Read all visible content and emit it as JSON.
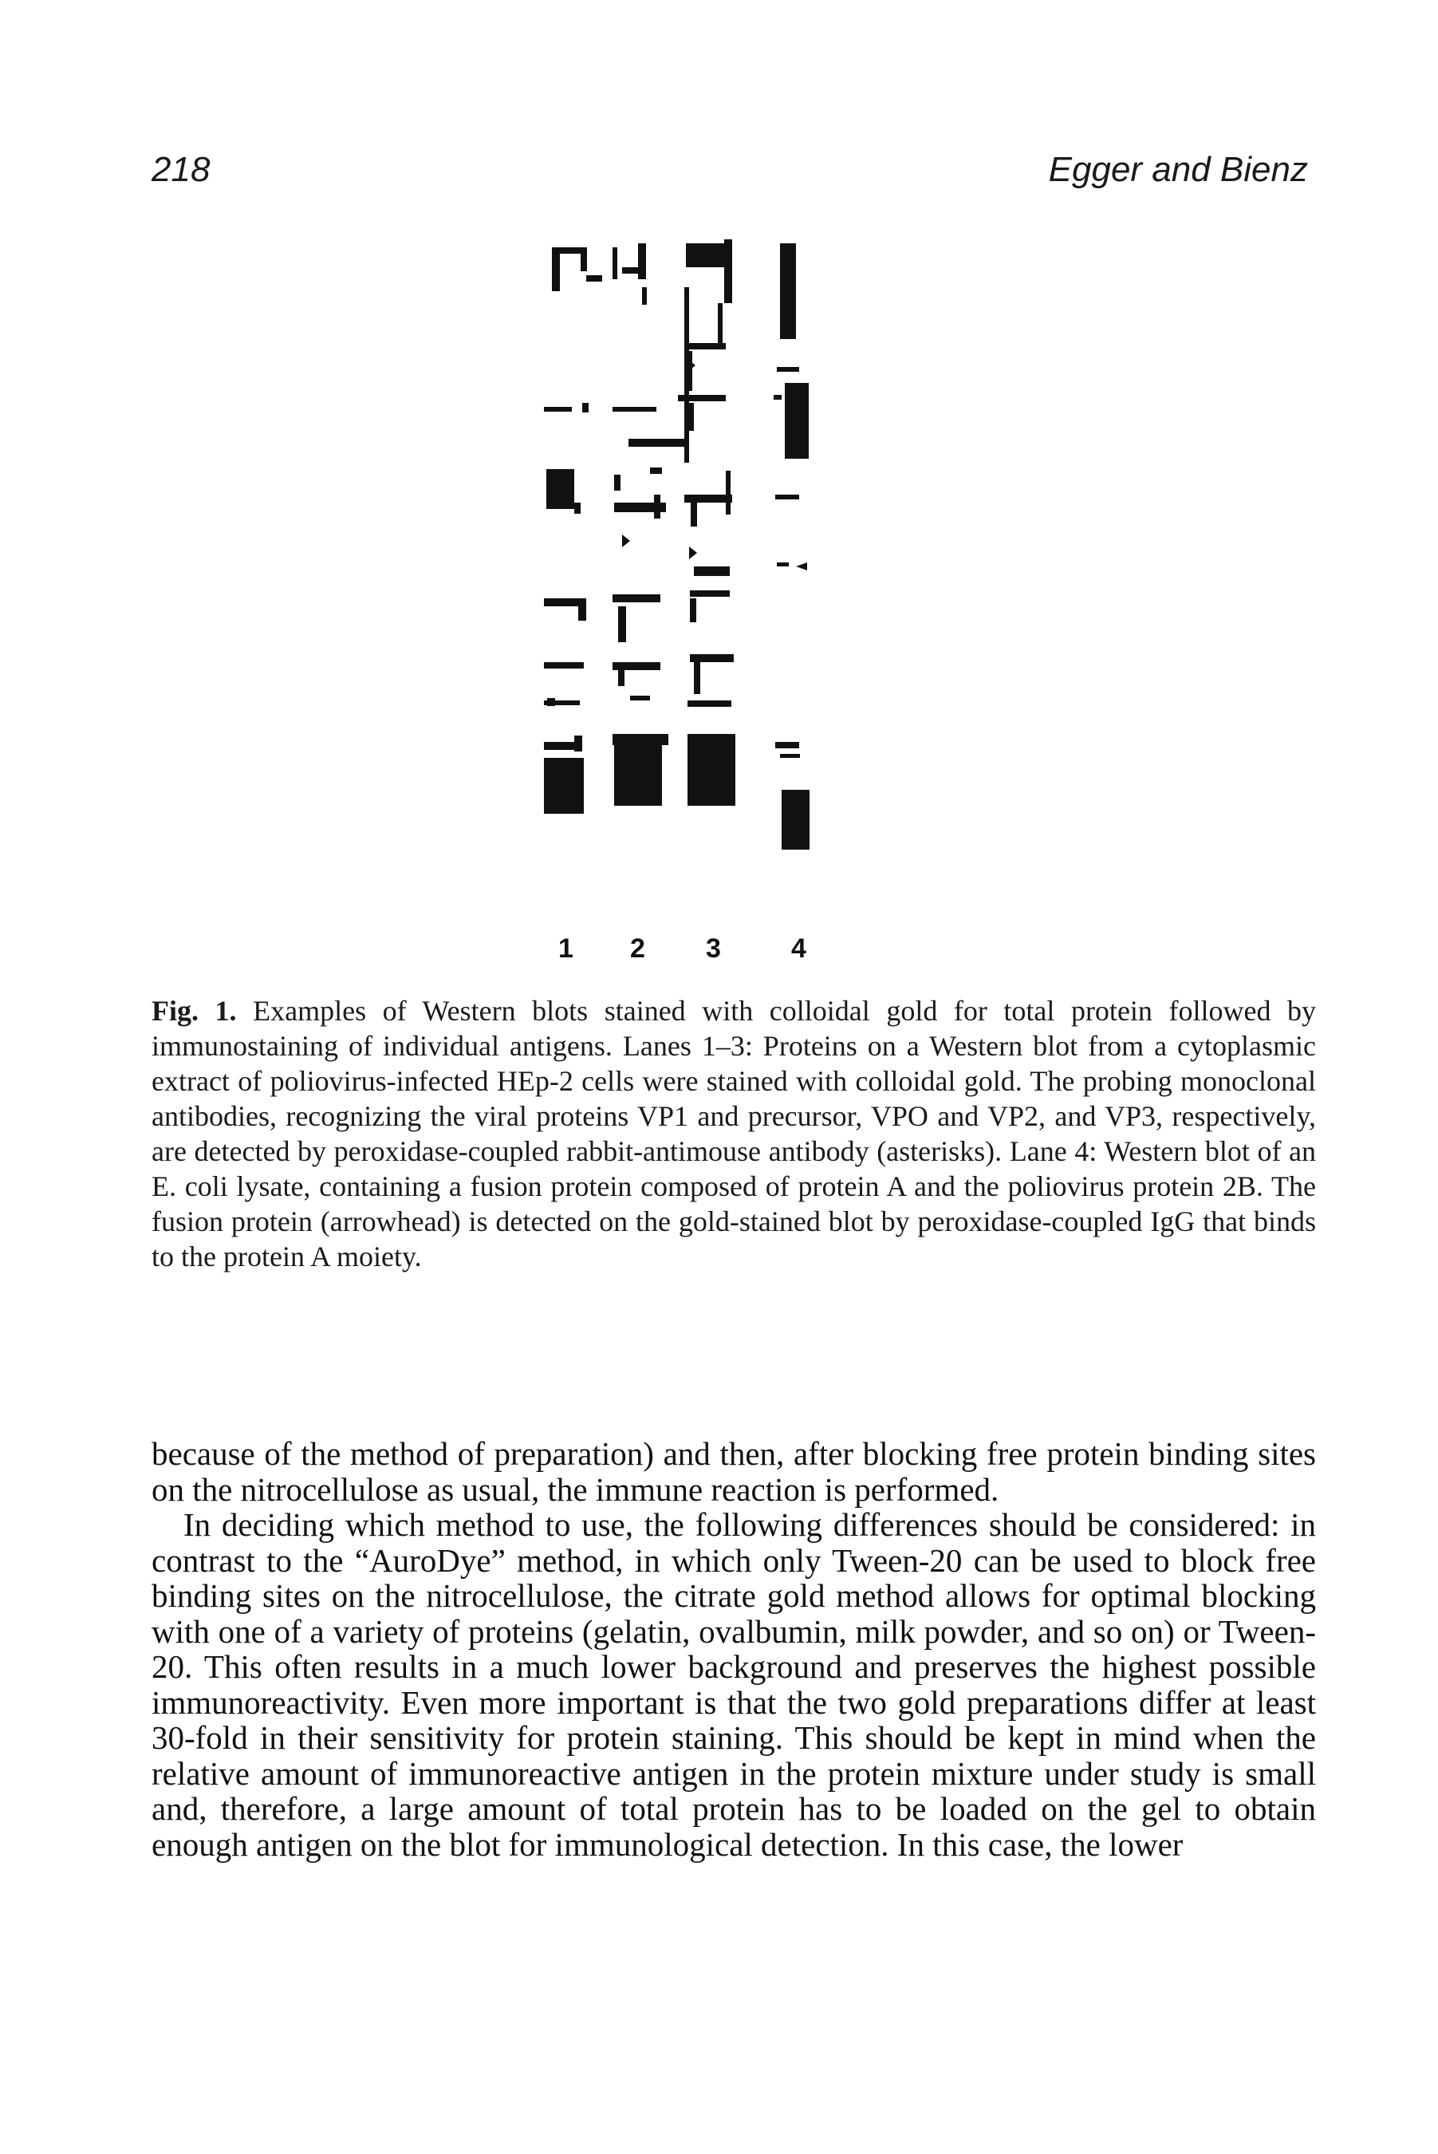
{
  "header": {
    "page_number": "218",
    "authors": "Egger and Bienz"
  },
  "figure": {
    "lane_labels": [
      "1",
      "2",
      "3",
      "4"
    ],
    "caption_label": "Fig. 1.",
    "caption_text": "Examples of Western blots stained with colloidal gold for total protein followed by immunostaining of individual antigens. Lanes 1–3: Proteins on a Western blot from a cytoplasmic extract of poliovirus-infected HEp-2 cells were stained with colloidal gold. The probing monoclonal antibodies, recognizing the viral proteins VP1 and precursor, VPO and VP2, and VP3, respectively, are detected by peroxidase-coupled rabbit-antimouse antibody (asterisks). Lane 4: Western blot of an E. coli lysate, containing a fusion protein composed of protein A and the poliovirus protein 2B. The fusion protein (arrowhead) is detected on the gold-stained blot by peroxidase-coupled IgG that binds to the protein A moiety."
  },
  "body": {
    "paragraph_1": "because of the method of preparation) and then, after blocking free protein binding sites on the nitrocellulose as usual, the immune reaction is performed.",
    "paragraph_2": "In deciding which method to use, the following differences should be considered: in contrast to the “AuroDye” method, in which only Tween-20 can be used to block free binding sites on the nitrocellulose, the citrate gold method allows for optimal blocking with one of a variety of proteins (gelatin, ovalbumin, milk powder, and so on) or Tween-20. This often results in a much lower background and preserves the highest possible immunoreactivity. Even more important is that the two gold preparations differ at least 30-fold in their sensitivity for protein staining. This should be kept in mind when the relative amount of immunoreactive antigen in the protein mixture under study is small and, therefore, a large amount of total protein has to be loaded on the gel to obtain enough antigen on the blot for immunological detection. In this case, the lower"
  }
}
